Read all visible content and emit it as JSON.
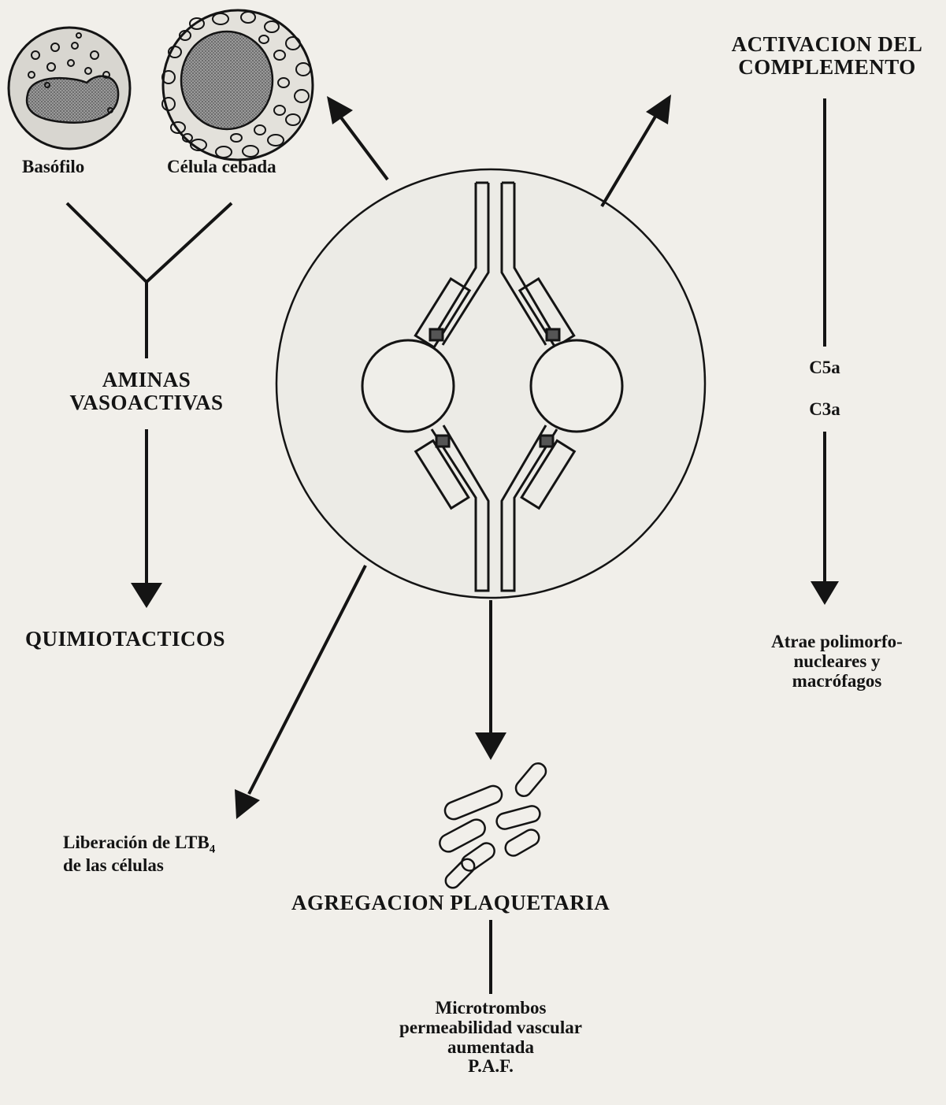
{
  "labels": {
    "basofilo": "Basófilo",
    "celula_cebada": "Célula cebada",
    "aminas_line1": "AMINAS",
    "aminas_line2": "VASOACTIVAS",
    "quimiotacticos": "QUIMIOTACTICOS",
    "ltb_line1": "Liberación de LTB",
    "ltb_subscript": "4",
    "ltb_line2": "de las células",
    "agregacion": "AGREGACION PLAQUETARIA",
    "paf_line1": "Microtrombos",
    "paf_line2": "permeabilidad vascular",
    "paf_line3": "aumentada",
    "paf_line4": "P.A.F.",
    "complemento_line1": "ACTIVACION DEL",
    "complemento_line2": "COMPLEMENTO",
    "c5a": "C5a",
    "c3a": "C3a",
    "atrae_line1": "Atrae polimorfo-",
    "atrae_line2": "nucleares y",
    "atrae_line3": "macrófagos"
  },
  "colors": {
    "ink": "#141414",
    "paper": "#f1efea",
    "nucleus_fill": "#8a8a8a",
    "cell_fill": "#d8d6d0"
  }
}
